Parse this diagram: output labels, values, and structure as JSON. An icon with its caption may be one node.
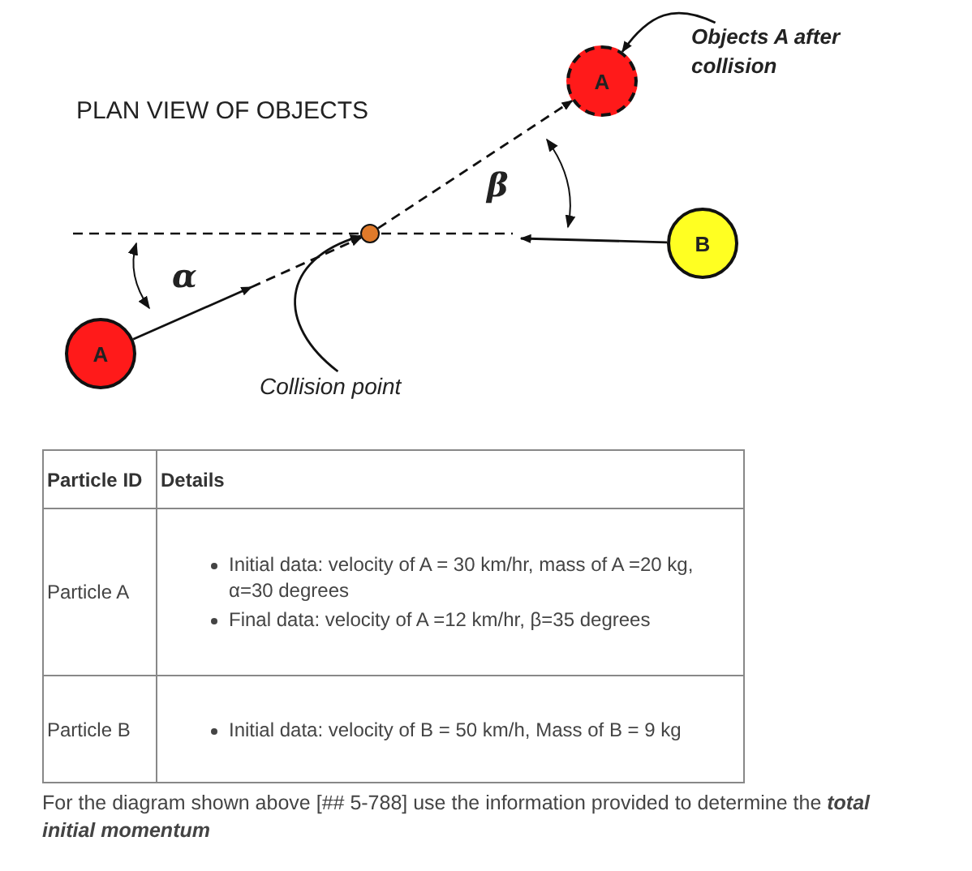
{
  "diagram": {
    "title": "PLAN VIEW OF OBJECTS",
    "caption": "For the diagram shown above [## 5-788] use the information provided to determine the **total initial momentum**",
    "nodes": [
      {
        "text": [
          "A"
        ]
      },
      {
        "text": [],
        "shape": "circle"
      },
      {
        "text": [
          "A"
        ]
      },
      {
        "text": [
          "B"
        ]
      },
      {
        "text": [
          "Objects A after collision"
        ]
      },
      {
        "text": [
          "Collision point"
        ]
      }
    ],
    "edges": [
      {
        "from": 0,
        "to": 1,
        "arrow": "to",
        "style": "dashed"
      },
      {
        "from": 1,
        "to": 2,
        "arrow": "to",
        "style": "dashed"
      },
      {
        "from": 3,
        "to": null,
        "arrow": "to"
      },
      {
        "from": 4,
        "to": 2,
        "arrow": "to"
      },
      {
        "from": 5,
        "to": 1,
        "arrow": "to"
      }
    ],
    "labels": [
      "α",
      "β",
      "Particle ID",
      "Details",
      "Particle A",
      "Initial data: velocity of A = 30 km/hr, mass of A =20 kg, α=30 degrees",
      "Final data: velocity of A =12 km/hr, β=35 degrees",
      "Particle B",
      "Initial data: velocity of B = 50 km/h, Mass of B = 9 kg"
    ]
  }
}
